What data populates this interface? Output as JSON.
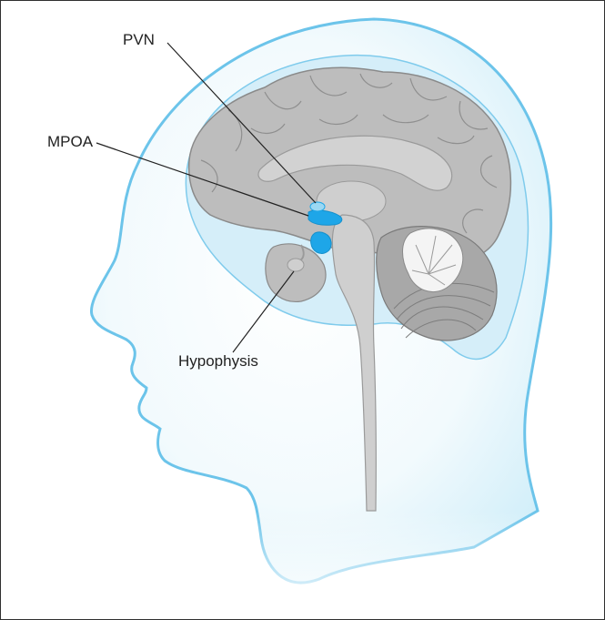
{
  "labels": {
    "pvn": "PVN",
    "mpoa": "MPOA",
    "hypophysis": "Hypophysis"
  },
  "colors": {
    "skin_outline": "#6cc4ea",
    "skin_fill": "#e8f6fc",
    "brain_fill": "#bdbdbd",
    "brain_stroke": "#8a8a8a",
    "highlight": "#1ea6e8",
    "cerebellum_fill": "#9c9c9c",
    "leader_line": "#222222"
  }
}
